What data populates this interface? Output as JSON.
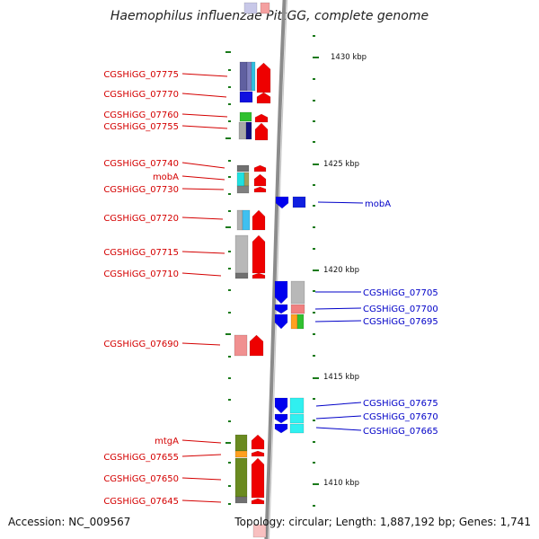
{
  "title": "Haemophilus influenzae PittGG, complete genome",
  "accession_text": "Accession: NC_009567",
  "topology_text": "Topology: circular; Length: 1,887,192 bp; Genes: 1,741",
  "colors": {
    "reverse_label": "#d40000",
    "forward_label": "#0000c8",
    "scale_tick": "#1b7a1b",
    "backbone": "#8c8c8c"
  },
  "chart_data": {
    "type": "genome_map",
    "scale_labels": [
      "1430 kbp",
      "1425 kbp",
      "1420 kbp",
      "1415 kbp",
      "1410 kbp"
    ],
    "reverse_strand_genes": [
      "CGSHiGG_07775",
      "CGSHiGG_07770",
      "CGSHiGG_07760",
      "CGSHiGG_07755",
      "CGSHiGG_07740",
      "mobA",
      "CGSHiGG_07730",
      "CGSHiGG_07720",
      "CGSHiGG_07715",
      "CGSHiGG_07710",
      "CGSHiGG_07690",
      "mtgA",
      "CGSHiGG_07655",
      "CGSHiGG_07650",
      "CGSHiGG_07645"
    ],
    "forward_strand_genes": [
      "mobA",
      "CGSHiGG_07705",
      "CGSHiGG_07700",
      "CGSHiGG_07695",
      "CGSHiGG_07675",
      "CGSHiGG_07670",
      "CGSHiGG_07665"
    ]
  }
}
